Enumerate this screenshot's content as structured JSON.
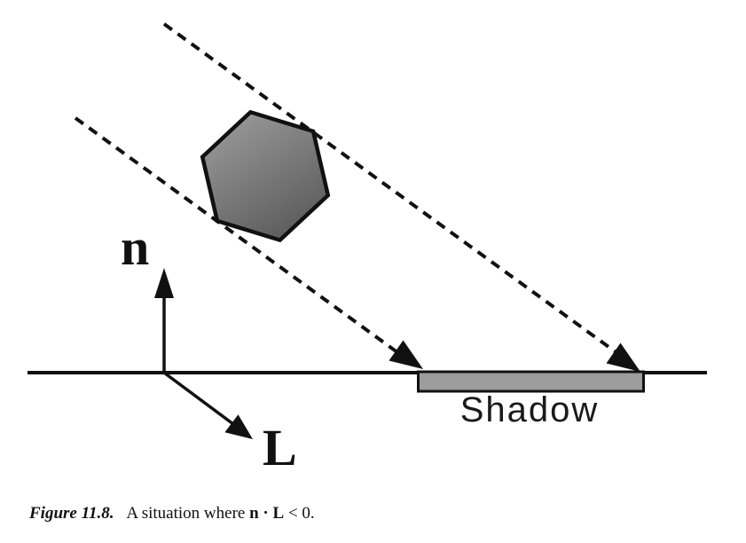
{
  "figure": {
    "labels": {
      "normal": "n",
      "light": "L",
      "shadow": "Shadow"
    }
  },
  "caption": {
    "figure_label": "Figure 11.8.",
    "text_before": "A situation where ",
    "vector_n": "n",
    "dot": "·",
    "vector_l": "L",
    "text_after": " < 0."
  },
  "colors": {
    "ink": "#111111",
    "occluder_light": "#9a9a9a",
    "occluder_dark": "#585858",
    "shadow_fill": "#9c9c9c",
    "background": "#ffffff"
  }
}
